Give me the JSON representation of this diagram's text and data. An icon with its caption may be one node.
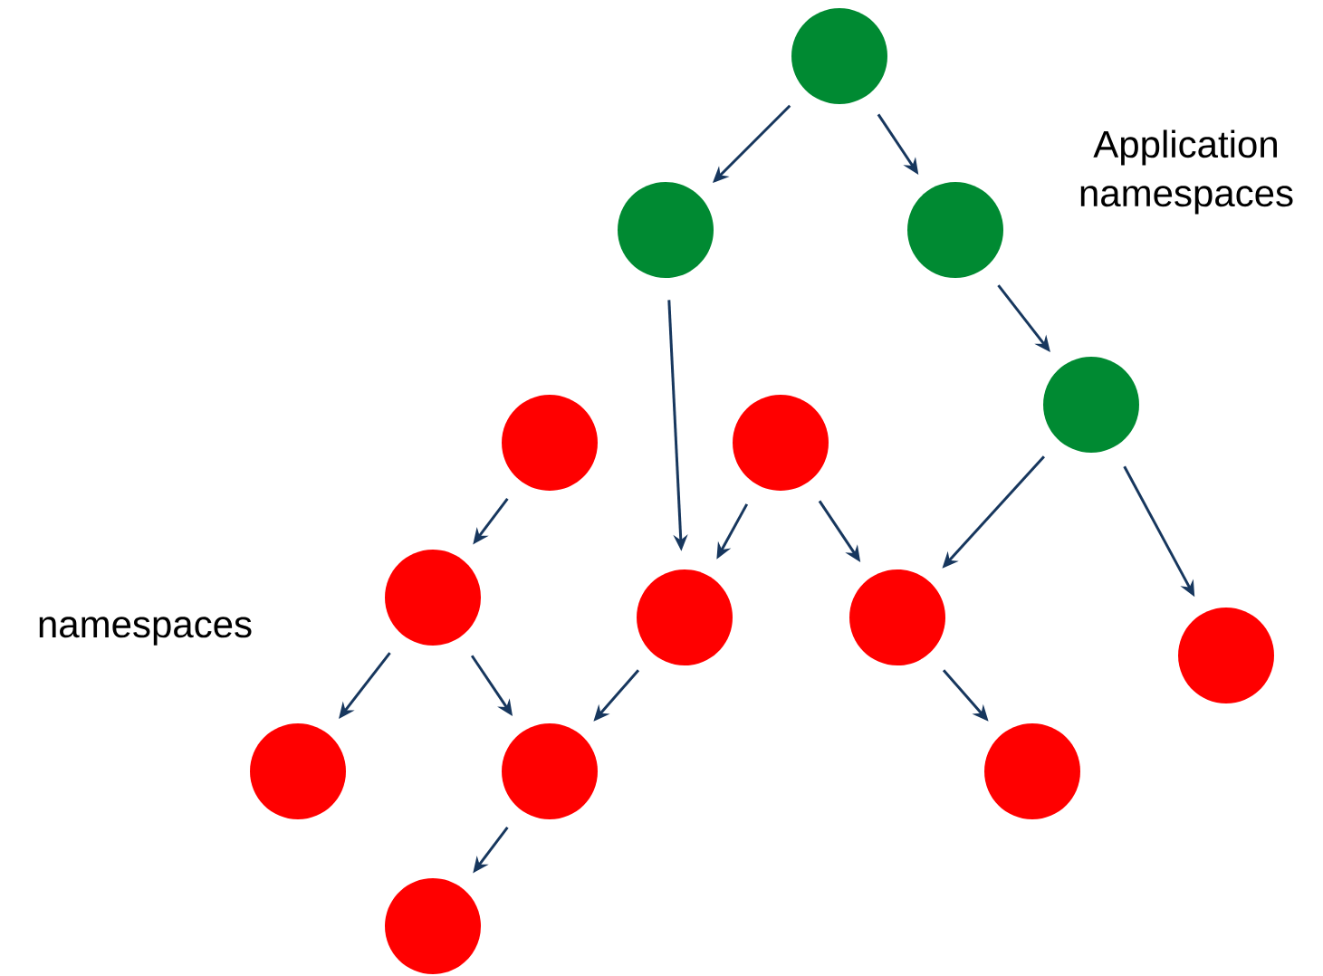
{
  "diagram": {
    "nodes": [
      {
        "text": [],
        "shape": "circle"
      },
      {
        "text": [],
        "shape": "circle"
      },
      {
        "text": [],
        "shape": "circle"
      },
      {
        "text": [],
        "shape": "circle"
      },
      {
        "text": [],
        "shape": "circle"
      },
      {
        "text": [],
        "shape": "circle"
      },
      {
        "text": [],
        "shape": "circle"
      },
      {
        "text": [],
        "shape": "circle"
      },
      {
        "text": [],
        "shape": "circle"
      },
      {
        "text": [],
        "shape": "circle"
      },
      {
        "text": [],
        "shape": "circle"
      },
      {
        "text": [],
        "shape": "circle"
      },
      {
        "text": [],
        "shape": "circle"
      },
      {
        "text": [],
        "shape": "circle"
      }
    ],
    "edges": [
      {
        "from": 0,
        "to": 1,
        "arrow": "to"
      },
      {
        "from": 0,
        "to": 2,
        "arrow": "to"
      },
      {
        "from": 2,
        "to": 3,
        "arrow": "to"
      },
      {
        "from": 1,
        "to": 7,
        "arrow": "to"
      },
      {
        "from": 3,
        "to": 8,
        "arrow": "to"
      },
      {
        "from": 3,
        "to": 9,
        "arrow": "to"
      },
      {
        "from": 4,
        "to": 6,
        "arrow": "to"
      },
      {
        "from": 5,
        "to": 7,
        "arrow": "to"
      },
      {
        "from": 5,
        "to": 8,
        "arrow": "to"
      },
      {
        "from": 6,
        "to": 10,
        "arrow": "to"
      },
      {
        "from": 6,
        "to": 11,
        "arrow": "to"
      },
      {
        "from": 7,
        "to": 11,
        "arrow": "to"
      },
      {
        "from": 8,
        "to": 12,
        "arrow": "to"
      },
      {
        "from": 11,
        "to": 13,
        "arrow": "to"
      }
    ],
    "labels": [
      "Application namespaces",
      "namespaces"
    ]
  }
}
